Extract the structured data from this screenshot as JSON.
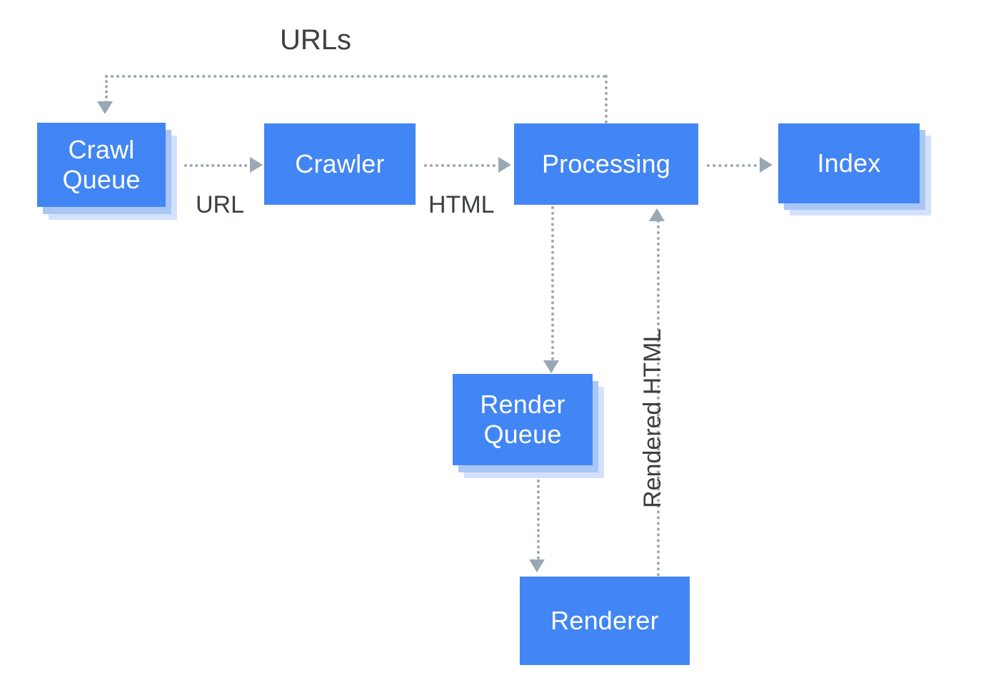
{
  "diagram": {
    "title": "Crawl, Render and Index pipeline",
    "colors": {
      "node_fill": "#4285F4",
      "node_text": "#FFFFFF",
      "plate_mid": "#A9C6F7",
      "plate_light": "#D3E2FC",
      "connector": "#9AA7B4",
      "label_text": "#3C4043",
      "background": "#FFFFFF"
    },
    "nodes": [
      {
        "id": "crawl-queue",
        "label": "Crawl\nQueue",
        "stacked": true
      },
      {
        "id": "crawler",
        "label": "Crawler",
        "stacked": false
      },
      {
        "id": "processing",
        "label": "Processing",
        "stacked": false
      },
      {
        "id": "index",
        "label": "Index",
        "stacked": true
      },
      {
        "id": "render-queue",
        "label": "Render\nQueue",
        "stacked": true
      },
      {
        "id": "renderer",
        "label": "Renderer",
        "stacked": false
      }
    ],
    "edges": [
      {
        "id": "urls",
        "label": "URLs",
        "from": "processing",
        "to": "crawl-queue",
        "orientation": "horizontal"
      },
      {
        "id": "url",
        "label": "URL",
        "from": "crawl-queue",
        "to": "crawler",
        "orientation": "horizontal"
      },
      {
        "id": "html",
        "label": "HTML",
        "from": "crawler",
        "to": "processing",
        "orientation": "horizontal"
      },
      {
        "id": "to-index",
        "label": "",
        "from": "processing",
        "to": "index",
        "orientation": "horizontal"
      },
      {
        "id": "to-render-q",
        "label": "",
        "from": "processing",
        "to": "render-queue",
        "orientation": "vertical"
      },
      {
        "id": "to-renderer",
        "label": "",
        "from": "render-queue",
        "to": "renderer",
        "orientation": "vertical"
      },
      {
        "id": "rendered-html",
        "label": "Rendered HTML",
        "from": "renderer",
        "to": "processing",
        "orientation": "vertical"
      }
    ]
  }
}
